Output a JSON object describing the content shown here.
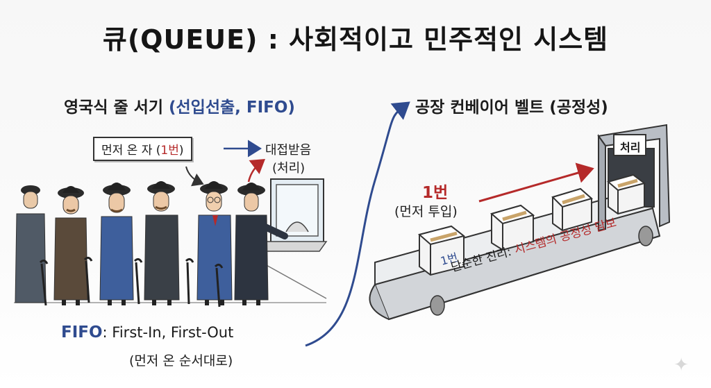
{
  "title": "큐(QUEUE) : 사회적이고 민주적인 시스템",
  "left_panel": {
    "heading_main": "영국식 줄 서기",
    "heading_accent": "(선입선출, FIFO)",
    "callout_pre": "먼저 온 자 (",
    "callout_num": "1번",
    "callout_post": ")",
    "served_line1": "대접받음",
    "served_line2": "(처리)",
    "fifo_key": "FIFO",
    "fifo_text": ": First-In, First-Out",
    "fifo_sub": "(먼저 온 순서대로)"
  },
  "right_panel": {
    "heading": "공장 컨베이어 벨트 (공정성)",
    "first_num": "1번",
    "first_sub": "(먼저 투입)",
    "box_label": "1번",
    "gate_label": "처리",
    "belt_prefix": "단순한 진리:",
    "belt_accent": "시스템의 공정성 담보"
  },
  "colors": {
    "accent_blue": "#2f4b8f",
    "accent_red": "#b52a2a",
    "suit_blue": "#3e5f9c",
    "suit_dark": "#2d3440"
  },
  "icons": [
    "bowler-hat-person",
    "umbrella",
    "ticket-window",
    "cardboard-box",
    "conveyor-belt",
    "sparkle-icon"
  ]
}
